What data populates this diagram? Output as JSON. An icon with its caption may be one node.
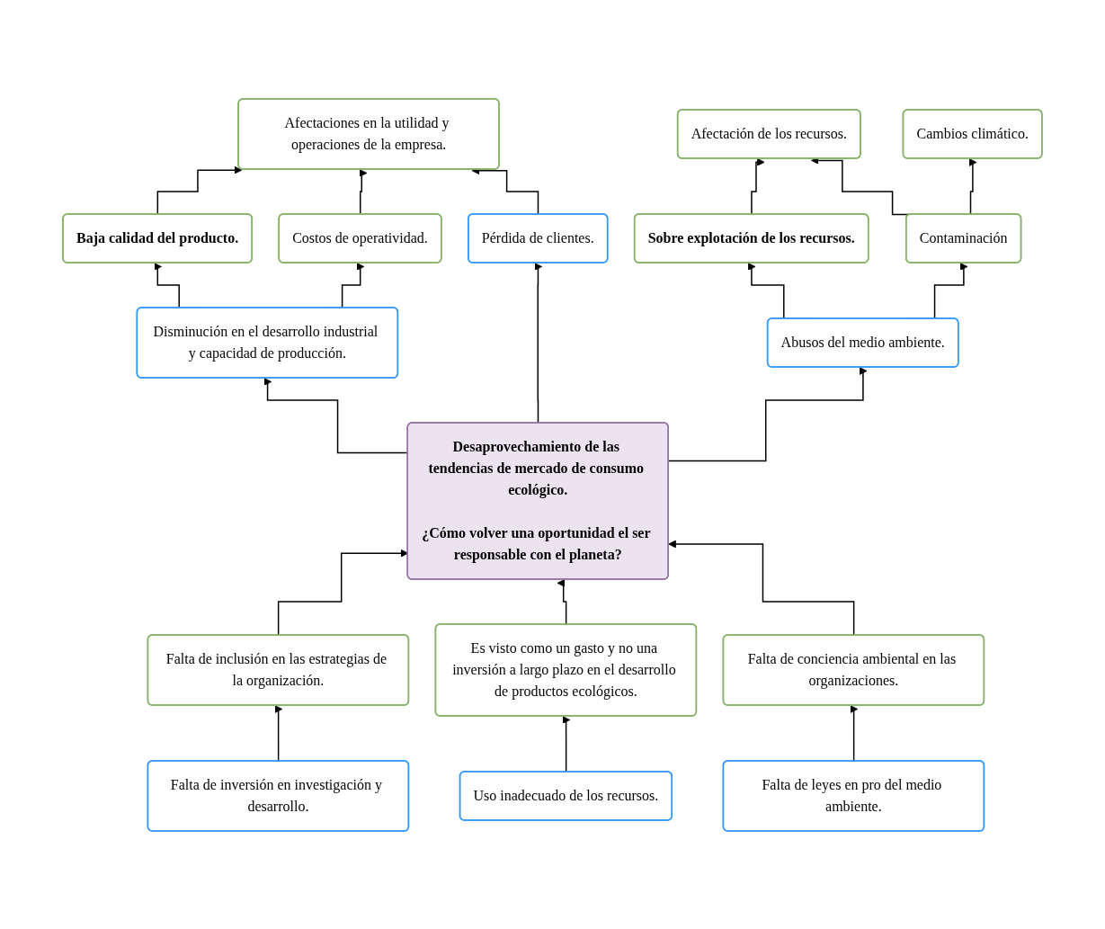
{
  "diagram": {
    "nodes": [
      {
        "text": [
          "Afectaciones en la utilidad y operaciones de la empresa."
        ]
      },
      {
        "text": [
          "Cambios climático."
        ]
      },
      {
        "text": [
          "Afectación de los recursos."
        ]
      },
      {
        "text": [
          "Baja calidad del producto."
        ]
      },
      {
        "text": [
          "Costos de operatividad."
        ]
      },
      {
        "text": [
          "Sobre explotación de los recursos."
        ]
      },
      {
        "text": [
          "Contaminación"
        ]
      },
      {
        "text": [
          "Pérdida de clientes."
        ]
      },
      {
        "text": [
          "Disminución en el desarrollo industrial y capacidad de producción."
        ]
      },
      {
        "text": [
          "Abusos del medio ambiente."
        ]
      },
      {
        "text": [
          "Desaprovechamiento de las tendencias de mercado de consumo ecológico.",
          "¿Cómo volver una oportunidad el ser responsable con el planeta?"
        ]
      },
      {
        "text": [
          "Falta de inclusión en las estrategias de la organización."
        ]
      },
      {
        "text": [
          "Es visto como un gasto y no una inversión a largo plazo en el desarrollo de productos ecológicos."
        ]
      },
      {
        "text": [
          "Falta de conciencia ambiental en las organizaciones."
        ]
      },
      {
        "text": [
          "Falta de inversión en investigación y desarrollo."
        ]
      },
      {
        "text": [
          "Uso inadecuado de los recursos."
        ]
      },
      {
        "text": [
          "Falta de leyes en pro del medio ambiente."
        ]
      }
    ],
    "edges": [
      {
        "from": 3,
        "to": 0,
        "arrow": "to"
      },
      {
        "from": 4,
        "to": 0,
        "arrow": "to"
      },
      {
        "from": 7,
        "to": 0,
        "arrow": "to"
      },
      {
        "from": 5,
        "to": 2,
        "arrow": "to"
      },
      {
        "from": 6,
        "to": 2,
        "arrow": "to"
      },
      {
        "from": 6,
        "to": 1,
        "arrow": "to"
      },
      {
        "from": 8,
        "to": 3,
        "arrow": "to"
      },
      {
        "from": 8,
        "to": 4,
        "arrow": "to"
      },
      {
        "from": 9,
        "to": 5,
        "arrow": "to"
      },
      {
        "from": 9,
        "to": 6,
        "arrow": "to"
      },
      {
        "from": 10,
        "to": 7,
        "arrow": "to"
      },
      {
        "from": 10,
        "to": 8,
        "arrow": "to"
      },
      {
        "from": 10,
        "to": 9,
        "arrow": "to"
      },
      {
        "from": 11,
        "to": 10,
        "arrow": "to"
      },
      {
        "from": 12,
        "to": 10,
        "arrow": "to"
      },
      {
        "from": 13,
        "to": 10,
        "arrow": "to"
      },
      {
        "from": 14,
        "to": 11,
        "arrow": "to"
      },
      {
        "from": 15,
        "to": 12,
        "arrow": "to"
      },
      {
        "from": 16,
        "to": 13,
        "arrow": "to"
      }
    ]
  }
}
